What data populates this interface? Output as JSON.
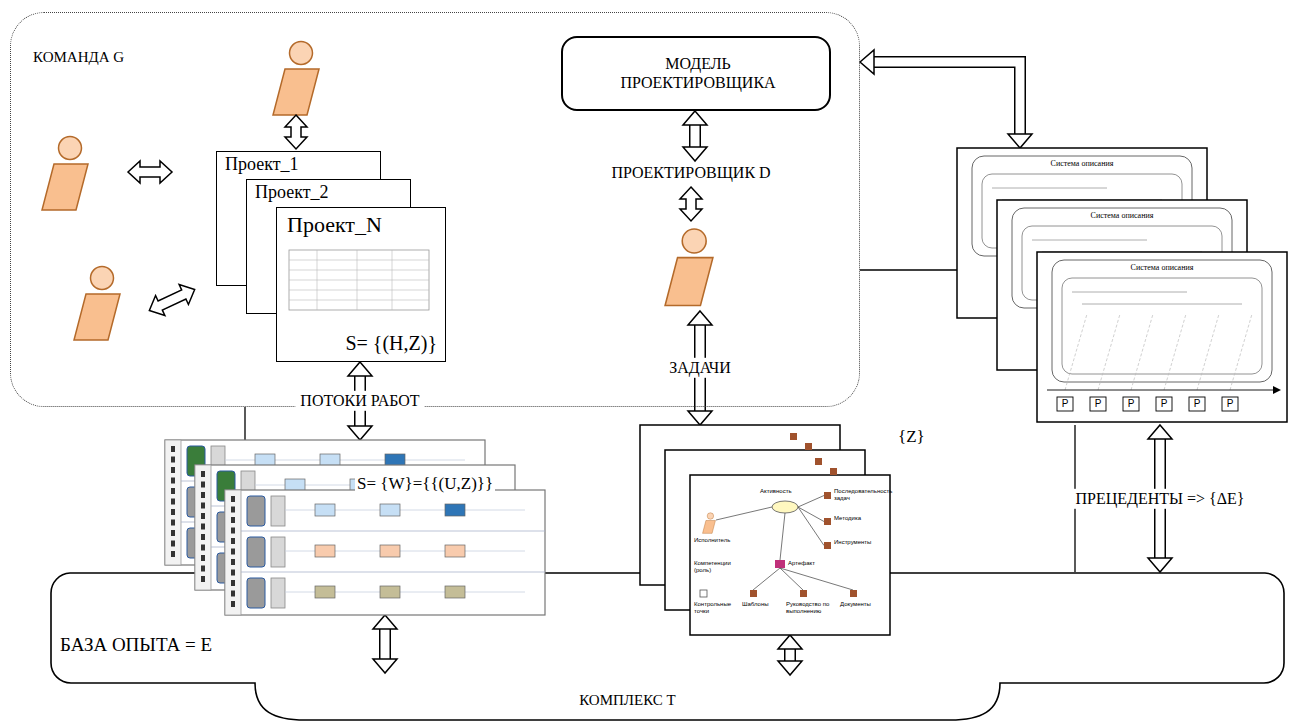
{
  "diagram": {
    "nodes": [
      {
        "text": [
          "КОМАНДА G"
        ]
      },
      {
        "text": [
          "Проект_1"
        ],
        "in": 0
      },
      {
        "text": [
          "Проект_2"
        ],
        "in": 0
      },
      {
        "text": [
          "Проект_N",
          "S= {(H,Z)}"
        ],
        "in": 0
      },
      {
        "text": [
          "МОДЕЛЬ ПРОЕКТИРОВЩИКА"
        ],
        "in": 0
      },
      {
        "text": [
          "ПРОЕКТИРОВЩИК D"
        ],
        "in": 0
      },
      {
        "text": [
          "S= {W}={{(U,Z)}}"
        ]
      },
      {
        "text": [
          "{Z}"
        ]
      },
      {
        "text": [
          "БАЗА ОПЫТА = E",
          "КОМПЛЕКС T"
        ]
      },
      {
        "text": [
          "Система описания",
          "Система описания",
          "Система описания"
        ]
      }
    ],
    "edges": [
      {
        "from": 3,
        "to": 6,
        "arrow": "both",
        "label": "ПОТОКИ РАБОТ"
      },
      {
        "from": 4,
        "to": 5,
        "arrow": "both"
      },
      {
        "from": 5,
        "to": 7,
        "arrow": "both",
        "label": "ЗАДАЧИ"
      },
      {
        "from": 6,
        "to": 8,
        "arrow": "both"
      },
      {
        "from": 7,
        "to": 8,
        "arrow": "both"
      },
      {
        "from": 9,
        "to": 8,
        "arrow": "both",
        "label": "ПРЕЦЕДЕНТЫ => {ΔE}"
      },
      {
        "from": 0,
        "to": 9,
        "arrow": "both"
      }
    ],
    "labels": [
      "Исполнитель",
      "Активность",
      "Последовательность задач",
      "Методика",
      "Инструменты",
      "Компетенции (роль)",
      "Артефакт",
      "Контрольные точки",
      "Шаблоны",
      "Руководство по выполнению",
      "Документы",
      "P",
      "P",
      "P",
      "P",
      "P",
      "P"
    ]
  }
}
